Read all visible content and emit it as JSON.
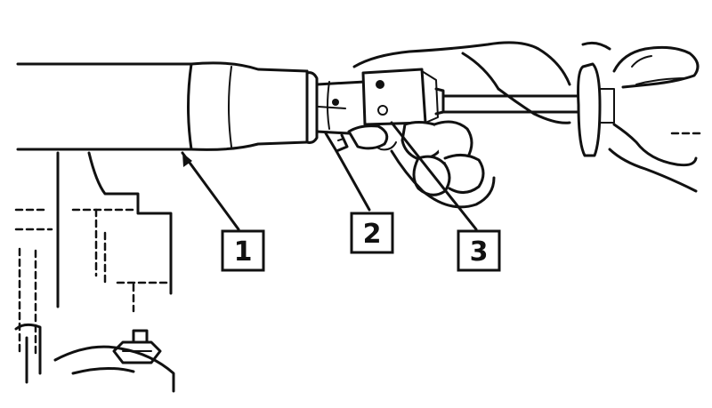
{
  "callouts": [
    {
      "id": "1",
      "label": "1"
    },
    {
      "id": "2",
      "label": "2"
    },
    {
      "id": "3",
      "label": "3"
    }
  ],
  "colors": {
    "ink": "#111111",
    "background": "#ffffff"
  }
}
